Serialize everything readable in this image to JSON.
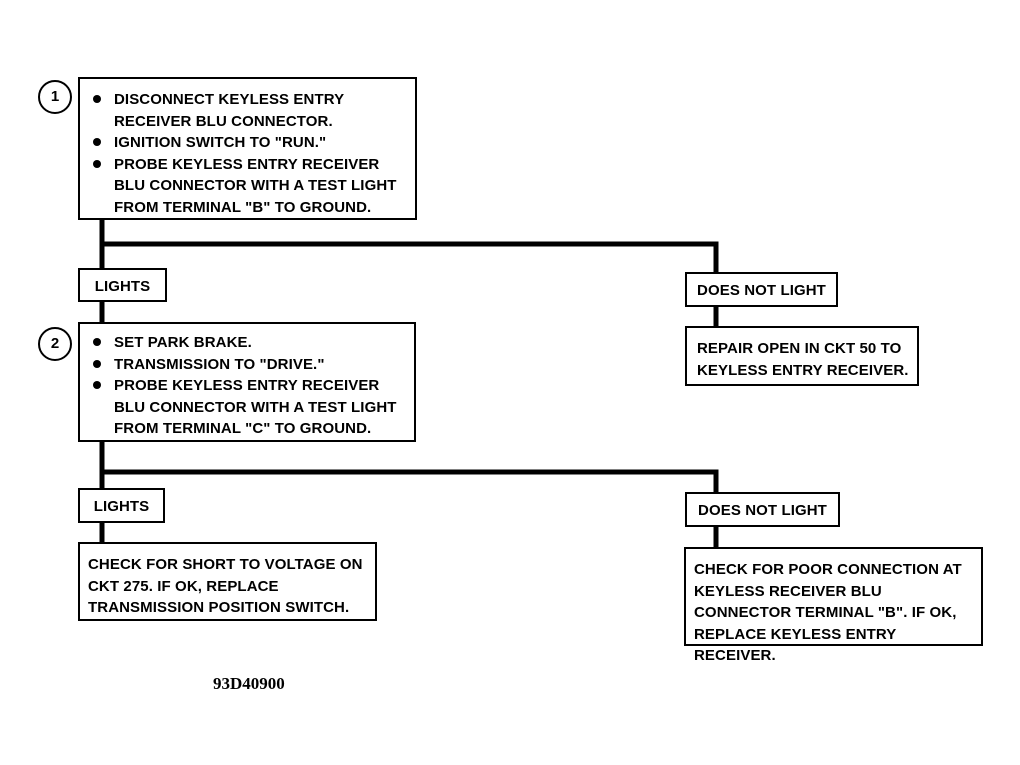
{
  "steps": [
    {
      "number": "1",
      "items": [
        "DISCONNECT KEYLESS ENTRY RECEIVER BLU CONNECTOR.",
        "IGNITION SWITCH TO \"RUN.\"",
        "PROBE KEYLESS ENTRY RECEIVER BLU CONNECTOR WITH A TEST LIGHT FROM TERMINAL \"B\" TO GROUND."
      ],
      "branch_yes": "LIGHTS",
      "branch_no": "DOES NOT LIGHT",
      "no_result": "REPAIR OPEN IN CKT 50 TO KEYLESS ENTRY RECEIVER."
    },
    {
      "number": "2",
      "items": [
        "SET PARK BRAKE.",
        "TRANSMISSION TO \"DRIVE.\"",
        "PROBE KEYLESS ENTRY RECEIVER BLU CONNECTOR WITH A TEST LIGHT FROM TERMINAL \"C\" TO GROUND."
      ],
      "branch_yes": "LIGHTS",
      "branch_no": "DOES NOT LIGHT",
      "yes_result": "CHECK FOR SHORT TO VOLTAGE ON CKT 275.  IF OK, REPLACE TRANSMISSION POSITION SWITCH.",
      "no_result": "CHECK FOR POOR CONNECTION AT KEYLESS RECEIVER BLU CONNECTOR TERMINAL \"B\".  IF OK, REPLACE KEYLESS ENTRY RECEIVER."
    }
  ],
  "figure_code": "93D40900",
  "colors": {
    "line": "#000000",
    "background": "#ffffff"
  }
}
